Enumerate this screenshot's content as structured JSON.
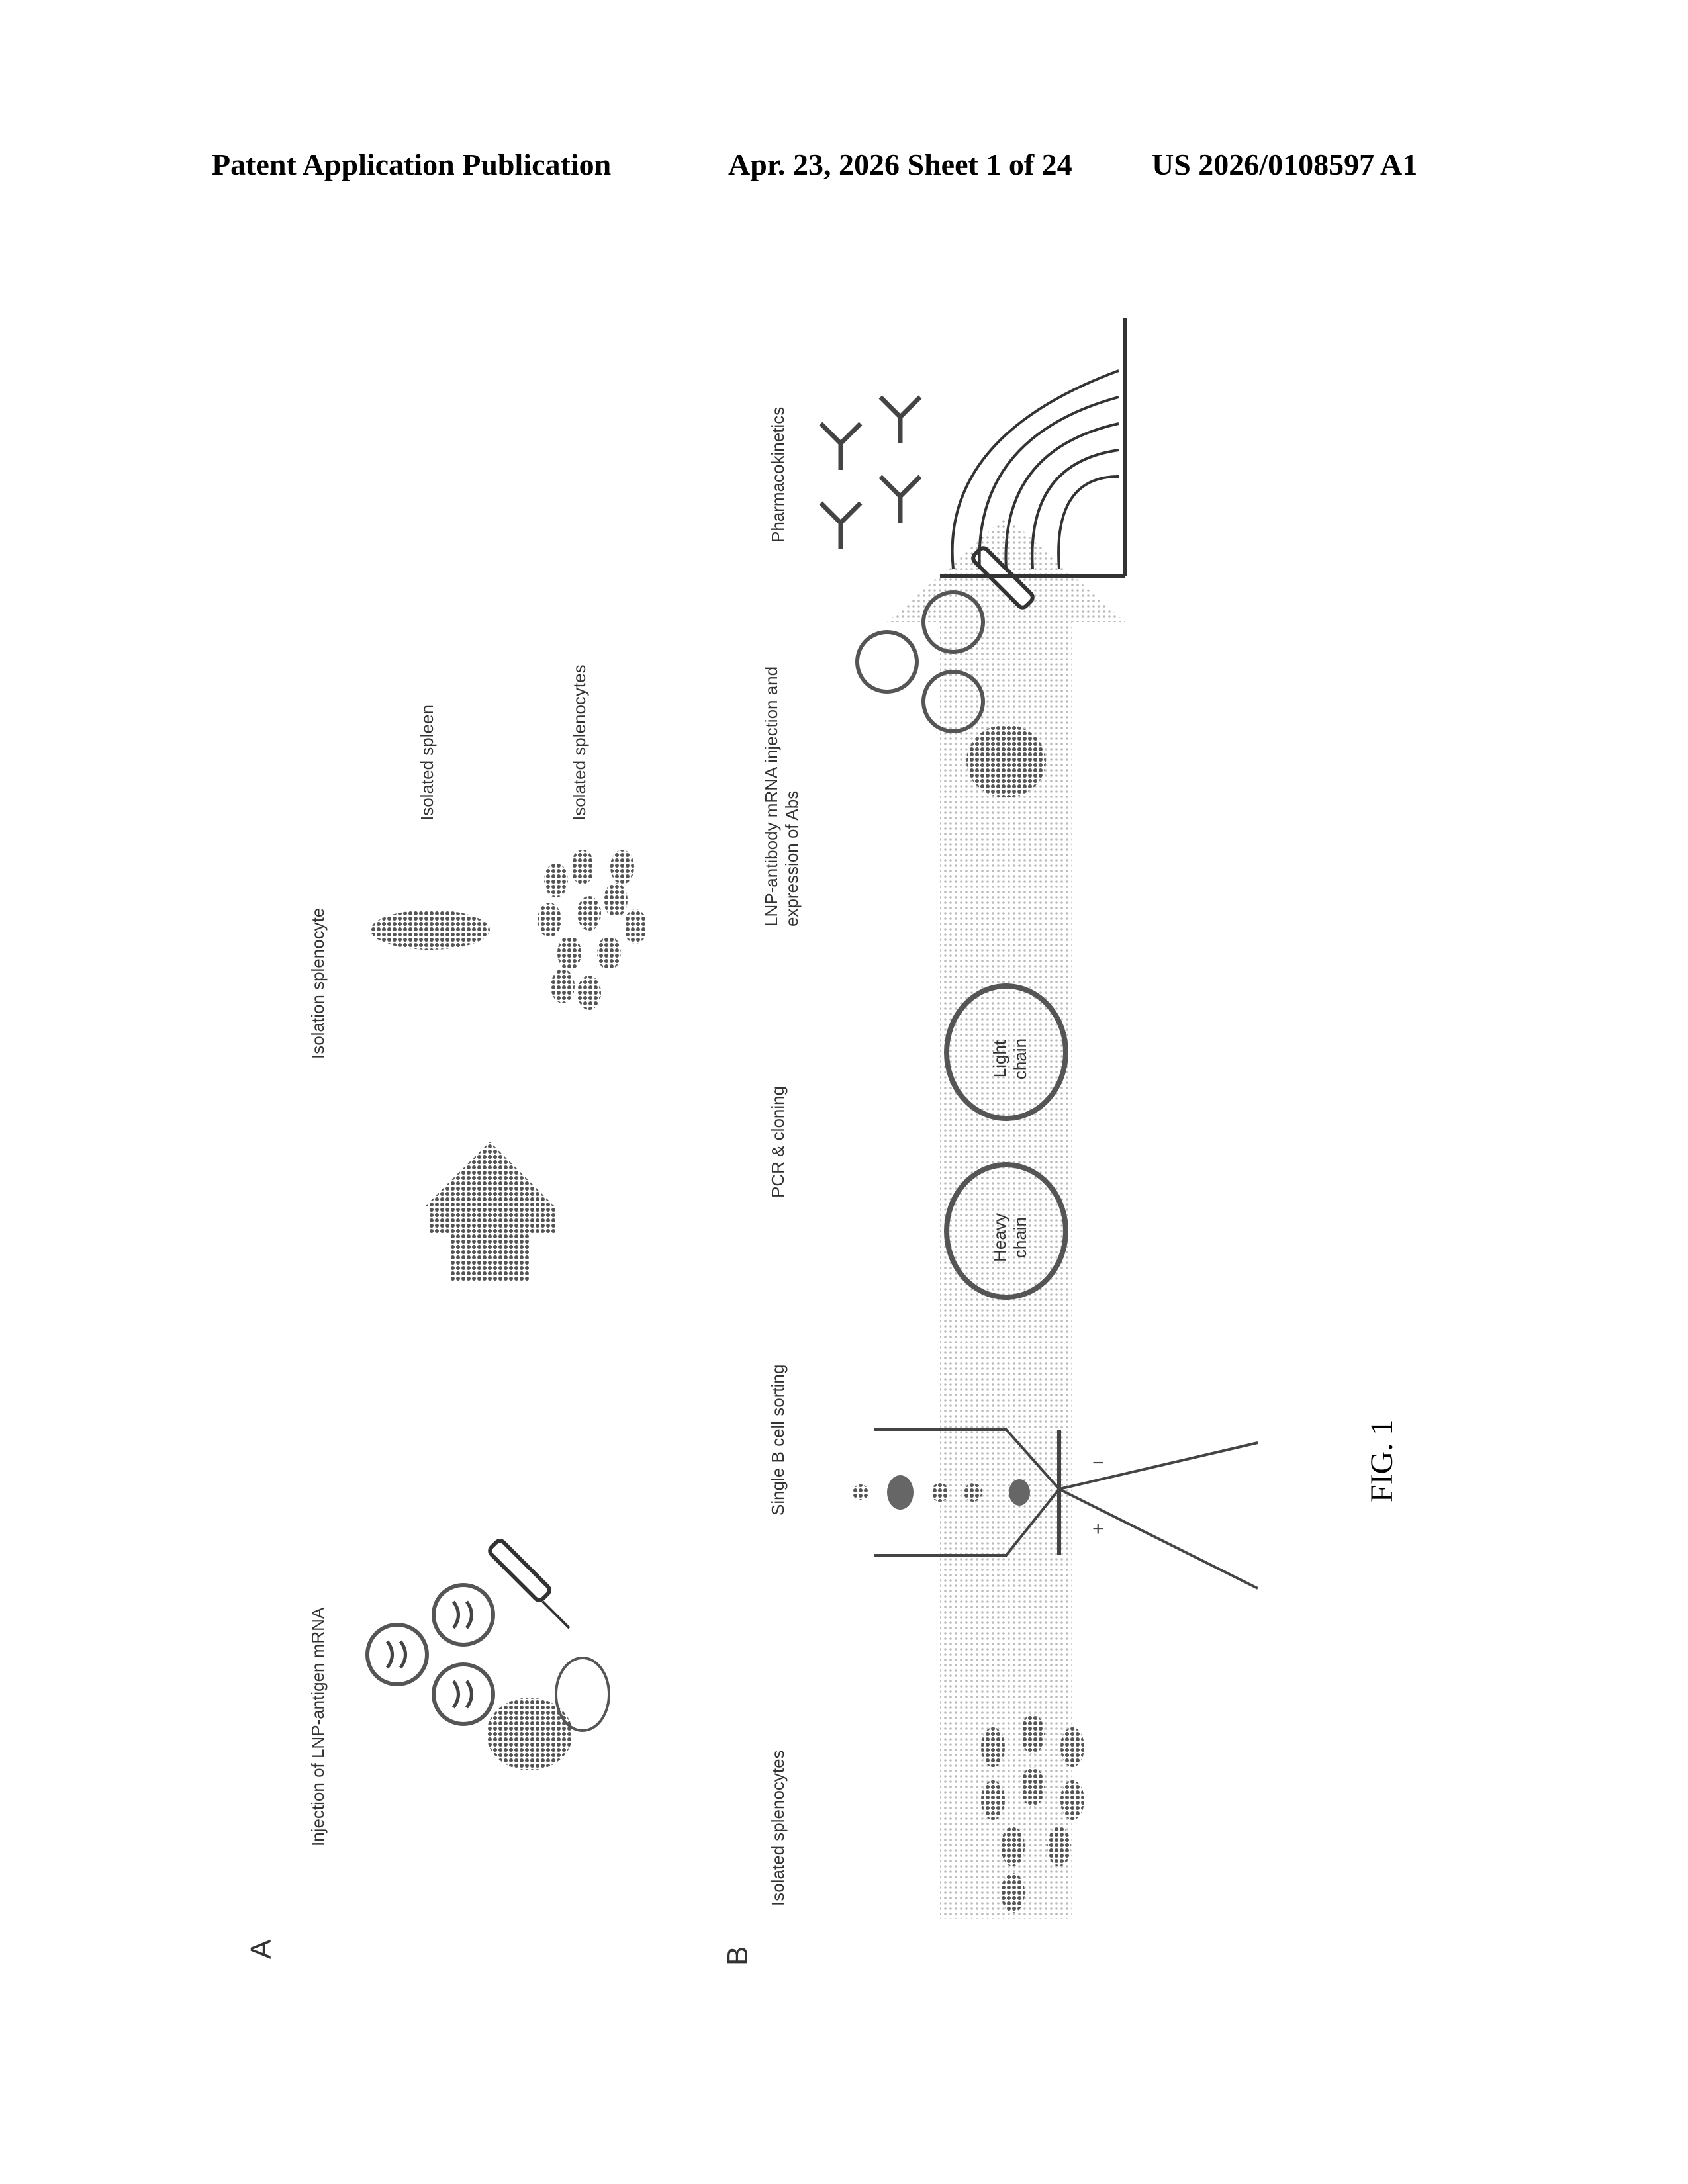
{
  "header": {
    "publication_type": "Patent Application Publication",
    "date_sheet": "Apr. 23, 2026  Sheet 1 of 24",
    "publication_number": "US 2026/0108597 A1"
  },
  "figure": {
    "label": "FIG. 1",
    "orientation": "rotated 90 degrees counter-clockwise",
    "panel_a": {
      "letter": "A",
      "steps": [
        {
          "label": "Injection of LNP-antigen mRNA"
        },
        {
          "label": "Isolation splenocyte"
        },
        {
          "label": "Isolated spleen"
        },
        {
          "label": "Isolated splenocytes"
        }
      ],
      "icons": [
        "mouse-icon",
        "lnp-particle-icon",
        "syringe-icon",
        "arrow-icon",
        "spleen-icon",
        "splenocyte-cluster-icon"
      ]
    },
    "panel_b": {
      "letter": "B",
      "steps": [
        {
          "label": "Isolated splenocytes"
        },
        {
          "label": "Single B cell sorting"
        },
        {
          "label": "PCR & cloning"
        },
        {
          "label": "LNP-antibody mRNA injection and expression of Abs"
        },
        {
          "label": "Pharmacokinetics"
        }
      ],
      "chains": [
        {
          "label": "Heavy chain"
        },
        {
          "label": "Light chain"
        }
      ],
      "sorter_signs": {
        "plus": "+",
        "minus": "−"
      }
    }
  }
}
